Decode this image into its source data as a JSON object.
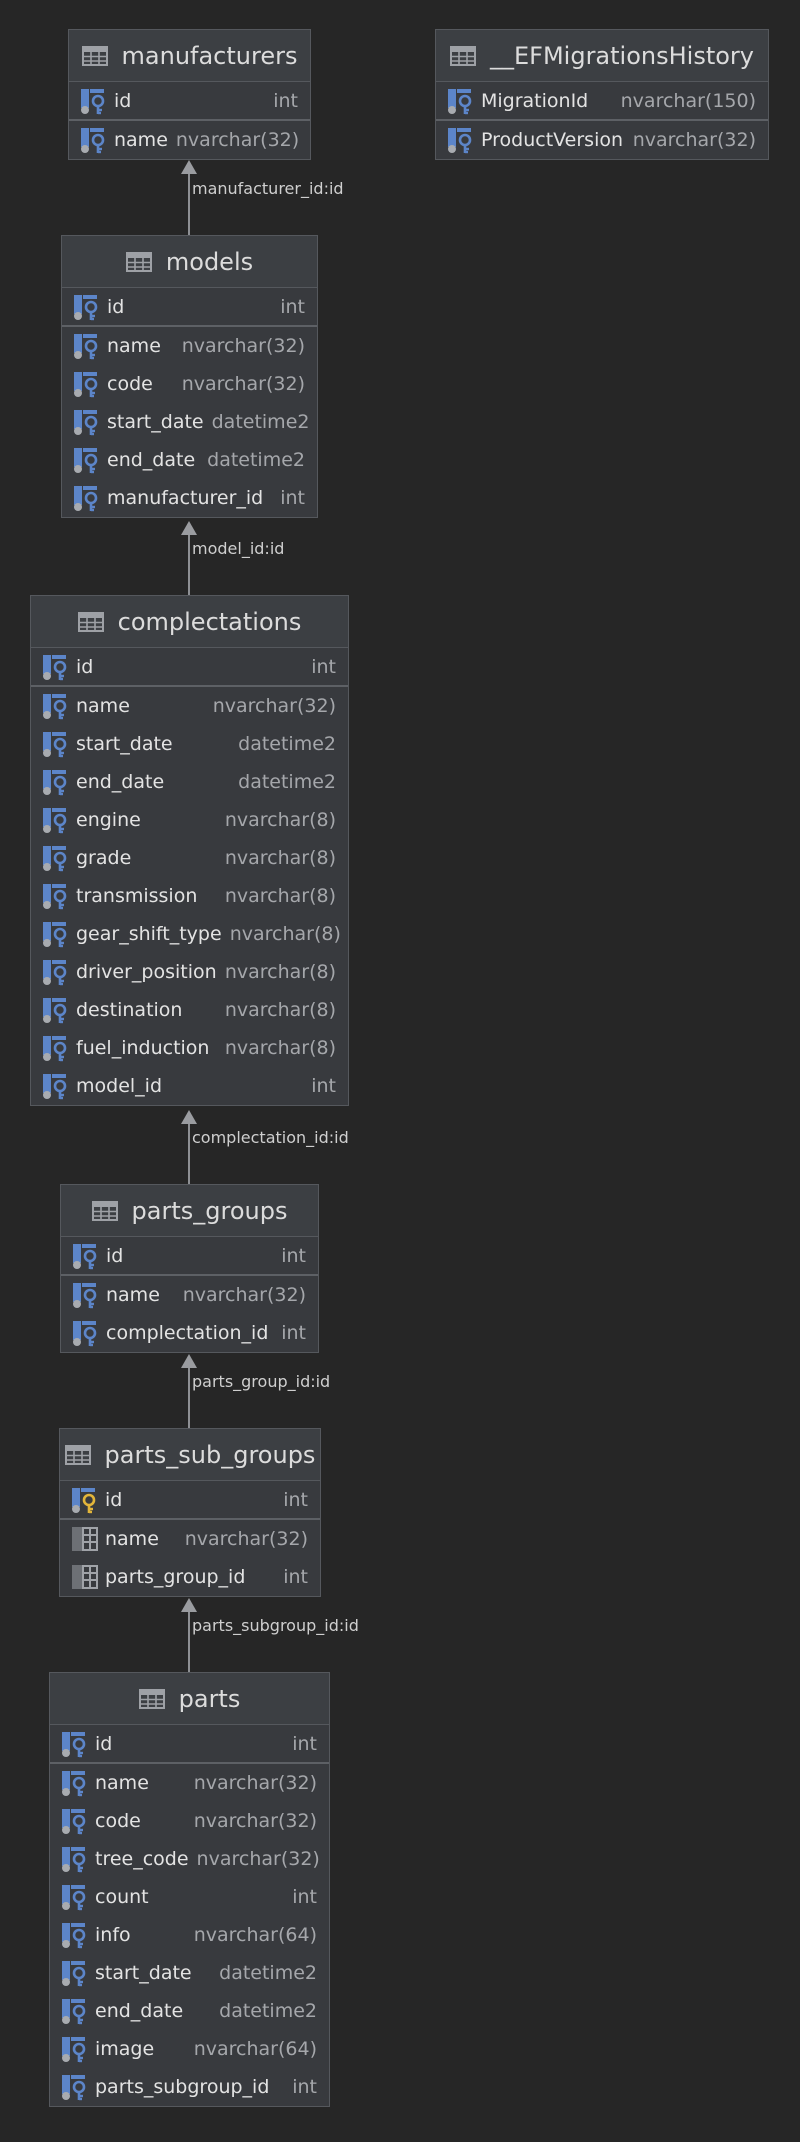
{
  "tables": [
    {
      "name": "manufacturers",
      "columns": [
        {
          "name": "id",
          "type": "int"
        },
        {
          "name": "name",
          "type": "nvarchar(32)"
        }
      ]
    },
    {
      "name": "__EFMigrationsHistory",
      "columns": [
        {
          "name": "MigrationId",
          "type": "nvarchar(150)"
        },
        {
          "name": "ProductVersion",
          "type": "nvarchar(32)"
        }
      ]
    },
    {
      "name": "models",
      "columns": [
        {
          "name": "id",
          "type": "int"
        },
        {
          "name": "name",
          "type": "nvarchar(32)"
        },
        {
          "name": "code",
          "type": "nvarchar(32)"
        },
        {
          "name": "start_date",
          "type": "datetime2"
        },
        {
          "name": "end_date",
          "type": "datetime2"
        },
        {
          "name": "manufacturer_id",
          "type": "int"
        }
      ]
    },
    {
      "name": "complectations",
      "columns": [
        {
          "name": "id",
          "type": "int"
        },
        {
          "name": "name",
          "type": "nvarchar(32)"
        },
        {
          "name": "start_date",
          "type": "datetime2"
        },
        {
          "name": "end_date",
          "type": "datetime2"
        },
        {
          "name": "engine",
          "type": "nvarchar(8)"
        },
        {
          "name": "grade",
          "type": "nvarchar(8)"
        },
        {
          "name": "transmission",
          "type": "nvarchar(8)"
        },
        {
          "name": "gear_shift_type",
          "type": "nvarchar(8)"
        },
        {
          "name": "driver_position",
          "type": "nvarchar(8)"
        },
        {
          "name": "destination",
          "type": "nvarchar(8)"
        },
        {
          "name": "fuel_induction",
          "type": "nvarchar(8)"
        },
        {
          "name": "model_id",
          "type": "int"
        }
      ]
    },
    {
      "name": "parts_groups",
      "columns": [
        {
          "name": "id",
          "type": "int"
        },
        {
          "name": "name",
          "type": "nvarchar(32)"
        },
        {
          "name": "complectation_id",
          "type": "int"
        }
      ]
    },
    {
      "name": "parts_sub_groups",
      "columns": [
        {
          "name": "id",
          "type": "int"
        },
        {
          "name": "name",
          "type": "nvarchar(32)"
        },
        {
          "name": "parts_group_id",
          "type": "int"
        }
      ]
    },
    {
      "name": "parts",
      "columns": [
        {
          "name": "id",
          "type": "int"
        },
        {
          "name": "name",
          "type": "nvarchar(32)"
        },
        {
          "name": "code",
          "type": "nvarchar(32)"
        },
        {
          "name": "tree_code",
          "type": "nvarchar(32)"
        },
        {
          "name": "count",
          "type": "int"
        },
        {
          "name": "info",
          "type": "nvarchar(64)"
        },
        {
          "name": "start_date",
          "type": "datetime2"
        },
        {
          "name": "end_date",
          "type": "datetime2"
        },
        {
          "name": "image",
          "type": "nvarchar(64)"
        },
        {
          "name": "parts_subgroup_id",
          "type": "int"
        }
      ]
    }
  ],
  "relations": [
    {
      "label": "manufacturer_id:id"
    },
    {
      "label": "model_id:id"
    },
    {
      "label": "complectation_id:id"
    },
    {
      "label": "parts_group_id:id"
    },
    {
      "label": "parts_subgroup_id:id"
    }
  ],
  "icons": {
    "table": "table-icon",
    "column": "column-icon",
    "key": "primary-key-icon"
  },
  "colors": {
    "background": "#262626",
    "table_fill": "#383a3e",
    "border": "#55585d",
    "column_icon": "#5c85c9",
    "key": "#e2b53a"
  }
}
